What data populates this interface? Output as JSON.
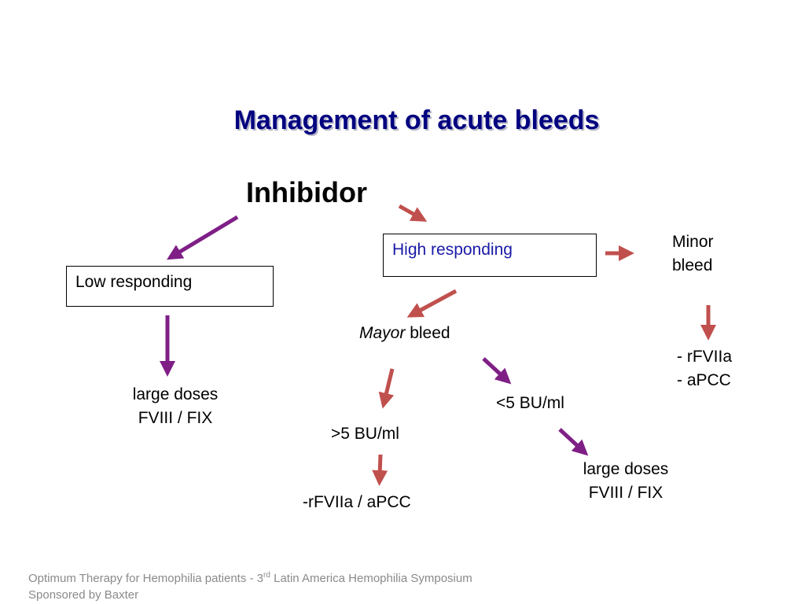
{
  "title": "Management of acute bleeds",
  "heading": "Inhibidor",
  "nodes": {
    "high_responding": "High responding",
    "low_responding": "Low responding",
    "minor_bleed_line1": "Minor",
    "minor_bleed_line2": "bleed",
    "minor_treat_line1": "- rFVIIa",
    "minor_treat_line2": "- aPCC",
    "mayor_italic": "Mayor",
    "mayor_rest": " bleed",
    "above5": ">5 BU/ml",
    "below5": "<5 BU/ml",
    "above5_treat": "-rFVIIa / aPCC",
    "below5_treat_line1": "large doses",
    "below5_treat_line2": "FVIII / FIX",
    "low_treat_line1": "large doses",
    "low_treat_line2": "FVIII / FIX"
  },
  "colors": {
    "title": "#000080",
    "high_responding_text": "#1a1aa8",
    "arrow_red": "#c0504d",
    "arrow_purple": "#7f1f86"
  },
  "footer": {
    "line1_pre": "Optimum Therapy for Hemophilia patients - 3",
    "line1_sup": "rd",
    "line1_post": " Latin America Hemophilia Symposium",
    "line2": "Sponsored by Baxter"
  }
}
